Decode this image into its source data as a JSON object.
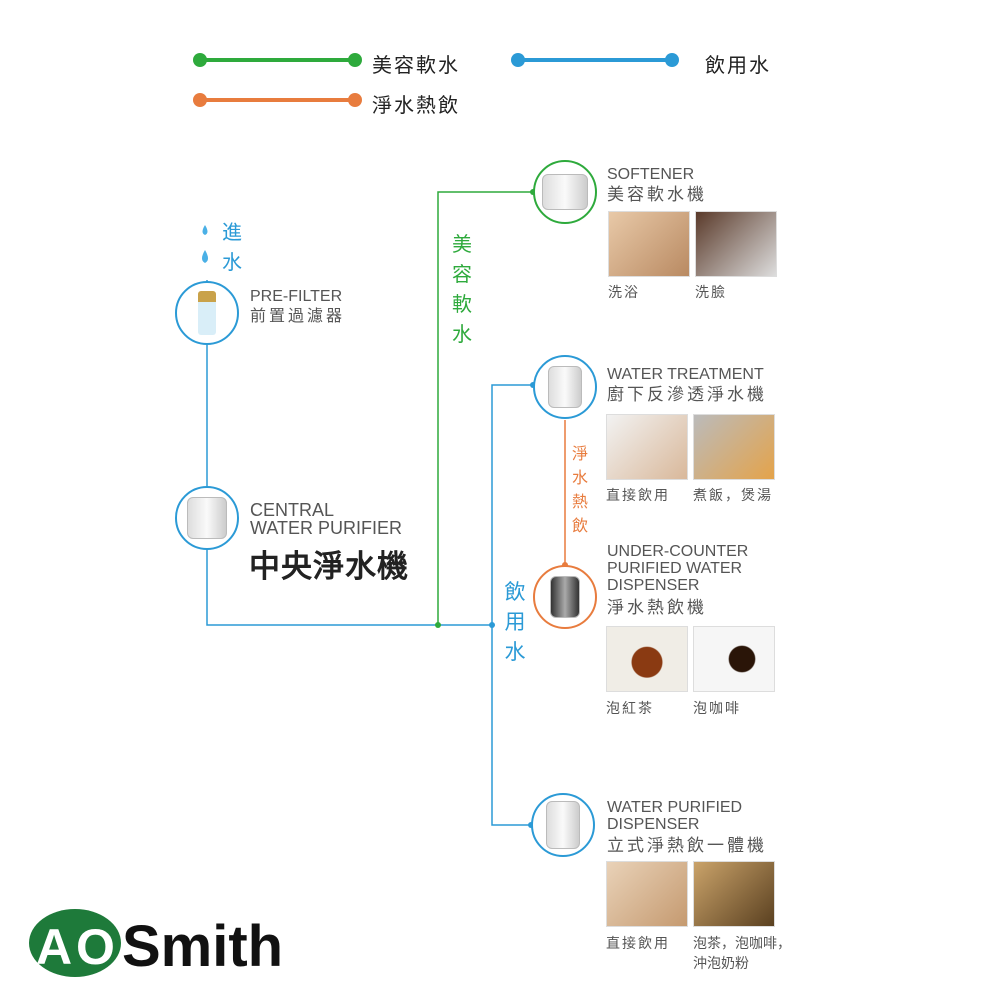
{
  "colors": {
    "green": "#2eaa3c",
    "blue": "#2b9ad6",
    "orange": "#e87c3e"
  },
  "legend": [
    {
      "label": "美容軟水",
      "color": "green"
    },
    {
      "label": "飲用水",
      "color": "blue"
    },
    {
      "label": "淨水熱飲",
      "color": "orange"
    }
  ],
  "inlet": {
    "chars": [
      "進",
      "水"
    ]
  },
  "prefilter": {
    "en": "PRE-FILTER",
    "zh": "前置過濾器"
  },
  "central": {
    "en1": "CENTRAL",
    "en2": "WATER PURIFIER",
    "zh": "中央淨水機"
  },
  "branch_labels": {
    "softener": [
      "美",
      "容",
      "軟",
      "水"
    ],
    "drinking": [
      "飲",
      "用",
      "水"
    ],
    "hot": [
      "淨",
      "水",
      "熱",
      "飲"
    ]
  },
  "softener": {
    "en": "SOFTENER",
    "zh": "美容軟水機",
    "captions": [
      "洗浴",
      "洗臉"
    ]
  },
  "treatment": {
    "en": "WATER TREATMENT",
    "zh": "廚下反滲透淨水機",
    "captions": [
      "直接飲用",
      "煮飯，煲湯"
    ]
  },
  "undercounter": {
    "en1": "UNDER-COUNTER",
    "en2": "PURIFIED WATER",
    "en3": "DISPENSER",
    "zh": "淨水熱飲機",
    "captions": [
      "泡紅茶",
      "泡咖啡"
    ]
  },
  "dispenser": {
    "en1": "WATER PURIFIED",
    "en2": "DISPENSER",
    "zh": "立式淨熱飲一體機",
    "captions": [
      "直接飲用",
      "泡茶，泡咖啡，",
      "沖泡奶粉"
    ]
  },
  "logo": {
    "text": "AOSmith"
  }
}
